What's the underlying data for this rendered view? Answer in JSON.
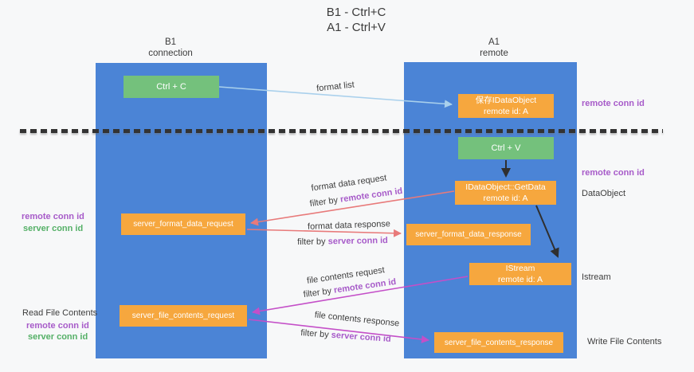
{
  "title": {
    "line1": "B1 - Ctrl+C",
    "line2": "A1 - Ctrl+V"
  },
  "lanes": {
    "left": {
      "title": "B1",
      "subtitle": "connection"
    },
    "right": {
      "title": "A1",
      "subtitle": "remote"
    }
  },
  "nodes": {
    "ctrl_c": "Ctrl + C",
    "ctrl_v": "Ctrl + V",
    "save_dataobject": {
      "line1": "保存IDataObject",
      "line2": "remote id: A"
    },
    "getdata": {
      "line1": "IDataObject::GetData",
      "line2": "remote id: A"
    },
    "istream": {
      "line1": "IStream",
      "line2": "remote id: A"
    },
    "server_format_data_request": "server_format_data_request",
    "server_format_data_response": "server_format_data_response",
    "server_file_contents_request": "server_file_contents_request",
    "server_file_contents_response": "server_file_contents_response"
  },
  "flow_labels": {
    "format_list": "format list",
    "format_data_request": "format data request",
    "format_data_response": "format data response",
    "file_contents_request": "file contents request",
    "file_contents_response": "file contents response",
    "filter_by": "filter by ",
    "remote_conn_id": "remote conn id",
    "server_conn_id": "server conn id"
  },
  "side_labels": {
    "remote_conn_id": "remote conn id",
    "server_conn_id": "server conn id",
    "dataobject": "DataObject",
    "istream": "Istream",
    "read_file_contents": "Read File Contents",
    "write_file_contents": "Write File Contents"
  },
  "colors": {
    "lane_blue": "#4b84d6",
    "node_green": "#74c17c",
    "node_orange": "#f6a73e",
    "label_purple": "#a75bc9",
    "label_green": "#55b067",
    "arrow_lightblue": "#a9d0ec",
    "arrow_salmon": "#e87a7a",
    "arrow_magenta": "#c44fc8",
    "arrow_black": "#2f2f2f"
  }
}
